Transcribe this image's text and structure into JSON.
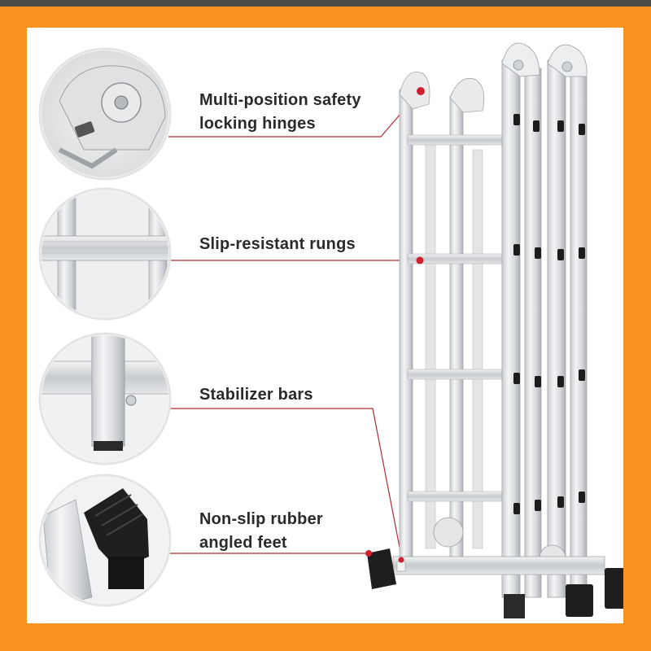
{
  "features": [
    {
      "label_line1": "Multi-position safety",
      "label_line2": "locking hinges"
    },
    {
      "label_line1": "Slip-resistant rungs"
    },
    {
      "label_line1": "Stabilizer bars"
    },
    {
      "label_line1": "Non-slip rubber",
      "label_line2": "angled feet"
    }
  ],
  "colors": {
    "background": "#f7931e",
    "panel": "#ffffff",
    "accent_dot": "#d0202e",
    "leader_line": "#b42a34",
    "text": "#2a2a2a"
  }
}
